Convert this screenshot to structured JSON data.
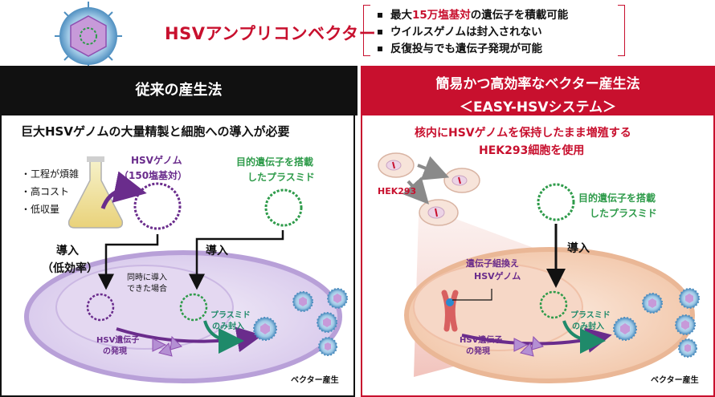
{
  "header": {
    "title": "HSVアンプリコンベクター",
    "features": [
      {
        "pre": "最大",
        "highlight": "15万塩基対",
        "post": "の遺伝子を積載可能"
      },
      {
        "pre": "ウイルスゲノムは封入されない",
        "highlight": "",
        "post": ""
      },
      {
        "pre": "反復投与でも遺伝子発現が可能",
        "highlight": "",
        "post": ""
      }
    ]
  },
  "left": {
    "heading": "従来の産生法",
    "subtitle": "巨大HSVゲノムの大量精製と細胞への導入が必要",
    "bullets": [
      "・工程が煩雑",
      "・高コスト",
      "・低収量"
    ],
    "genome_label_1": "HSVゲノム",
    "genome_label_2": "（150塩基対）",
    "plasmid_label_1": "目的遺伝子を搭載",
    "plasmid_label_2": "したプラスミド",
    "intro_label": "導入",
    "intro_sub": "（低効率）",
    "intro_label_2": "導入",
    "simul_1": "同時に導入",
    "simul_2": "できた場合",
    "expr_1": "HSV遺伝子",
    "expr_2": "の発現",
    "pack_1": "プラスミド",
    "pack_2": "のみ封入",
    "product": "ベクター産生"
  },
  "right": {
    "heading_1": "簡易かつ高効率なベクター産生法",
    "heading_2": "＜EASY-HSVシステム＞",
    "subtitle_1": "核内にHSVゲノムを保持したまま増殖する",
    "subtitle_2": "HEK293細胞を使用",
    "cell_label": "HEK293",
    "plasmid_label_1": "目的遺伝子を搭載",
    "plasmid_label_2": "したプラスミド",
    "intro_label": "導入",
    "recomb_1": "遺伝子組換え",
    "recomb_2": "HSVゲノム",
    "expr_1": "HSV遺伝子",
    "expr_2": "の発現",
    "pack_1": "プラスミド",
    "pack_2": "のみ封入",
    "product": "ベクター産生"
  },
  "colors": {
    "accent_red": "#c8102e",
    "purple": "#6a2c8c",
    "green": "#2e9b4a",
    "teal_arrow": "#1f8a6a",
    "dark": "#111111"
  }
}
